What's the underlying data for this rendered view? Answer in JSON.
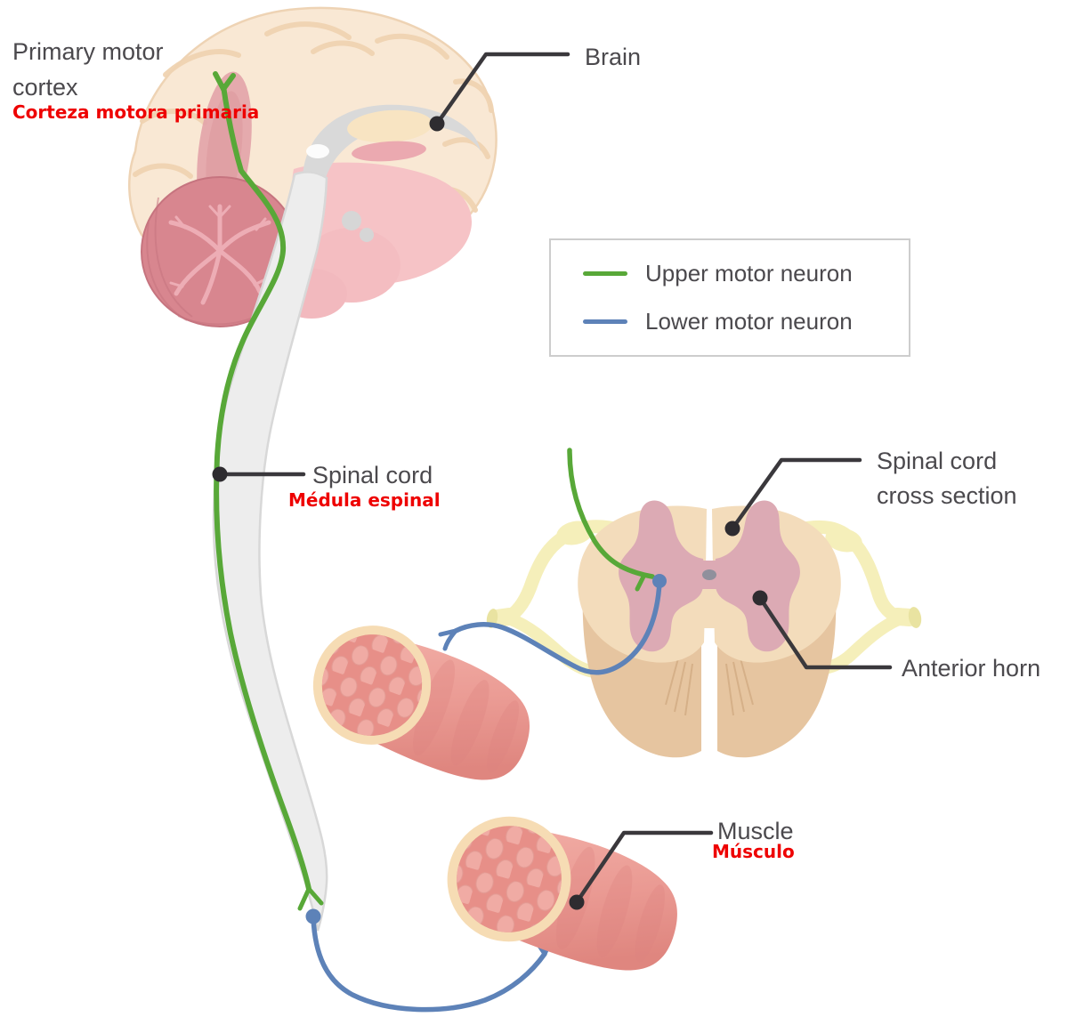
{
  "diagram": {
    "labels": {
      "primary_motor_cortex": {
        "line1": "Primary motor",
        "line2": "cortex",
        "translation": "Corteza motora primaria"
      },
      "brain": {
        "text": "Brain"
      },
      "spinal_cord": {
        "text": "Spinal cord",
        "translation": "Médula espinal"
      },
      "cross_section": {
        "line1": "Spinal cord",
        "line2": "cross section"
      },
      "anterior_horn": {
        "text": "Anterior horn"
      },
      "muscle": {
        "text": "Muscle",
        "translation": "Músculo"
      }
    },
    "legend": {
      "items": [
        {
          "label": "Upper motor neuron",
          "color": "#58a838"
        },
        {
          "label": "Lower motor neuron",
          "color": "#5d82b8"
        }
      ]
    },
    "colors": {
      "label_text": "#4b494d",
      "translation_text": "#ee0000",
      "leader_line": "#3a383c",
      "upper_motor_neuron": "#58a838",
      "lower_motor_neuron": "#5d82b8",
      "brain_cortex": "#f9e8d4",
      "motor_cortex_region": "#e3a4a9",
      "cerebellum": "#d8868f",
      "spinal_cord_tube": "#ededed",
      "cross_section_white_matter": "#f3dcbb",
      "cross_section_gray_matter": "#dcaab4",
      "nerve_roots": "#f5efba",
      "muscle_body": "#ec9b94"
    }
  }
}
